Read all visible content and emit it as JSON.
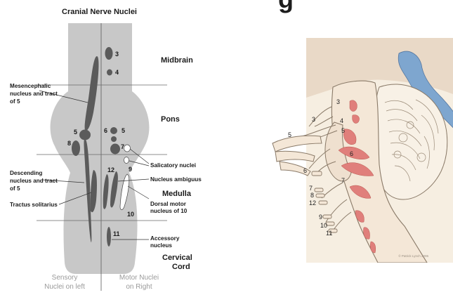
{
  "slide": {
    "title_fragment": "g"
  },
  "left_diagram": {
    "title": "Cranial Nerve Nuclei",
    "regions": {
      "midbrain": "Midbrain",
      "pons": "Pons",
      "medulla": "Medulla",
      "cervical_1": "Cervical",
      "cervical_2": "Cord"
    },
    "labels": {
      "mesencephalic": [
        "Mesencephalic",
        "nucleus and tract",
        "of 5"
      ],
      "descending": [
        "Descending",
        "nucleus and tract",
        "of 5"
      ],
      "tractus": "Tractus solitarius",
      "salivatory": "Salicatory nuclei",
      "ambiguus": "Nucleus ambiguus",
      "dorsal_motor": [
        "Dorsal motor",
        "nucleus of 10"
      ],
      "accessory": [
        "Accessory",
        "nucleus"
      ]
    },
    "nucleus_numbers": {
      "n3": "3",
      "n4": "4",
      "n5_left": "5",
      "n6": "6",
      "n5_right": "5",
      "n7": "7",
      "n8": "8",
      "n9": "9",
      "n12": "12",
      "n10": "10",
      "n11": "11"
    },
    "footer": {
      "sensory_1": "Sensory",
      "sensory_2": "Nuclei on left",
      "motor_1": "Motor Nuclei",
      "motor_2": "on Right"
    },
    "colors": {
      "column": "#c8c8c8",
      "nucleus": "#5b5b5b"
    }
  },
  "right_diagram": {
    "nerve_numbers": {
      "n3_top": "3",
      "n3_side": "3",
      "n4": "4",
      "n5_inner": "5",
      "n5_outer": "5",
      "n6_inner": "6",
      "n6_outer": "6",
      "n7_inner": "7",
      "n7_outer": "7",
      "n8": "8",
      "n12": "12",
      "n9": "9",
      "n10": "10",
      "n11": "11"
    },
    "credit": "© Patrick Lynch 2006",
    "colors": {
      "tissue": "#f6eee1",
      "outline": "#8a7a68",
      "shade": "#e8c3b2",
      "nucleus": "#e07f7b",
      "ventricle": "#7ea6cf"
    }
  }
}
